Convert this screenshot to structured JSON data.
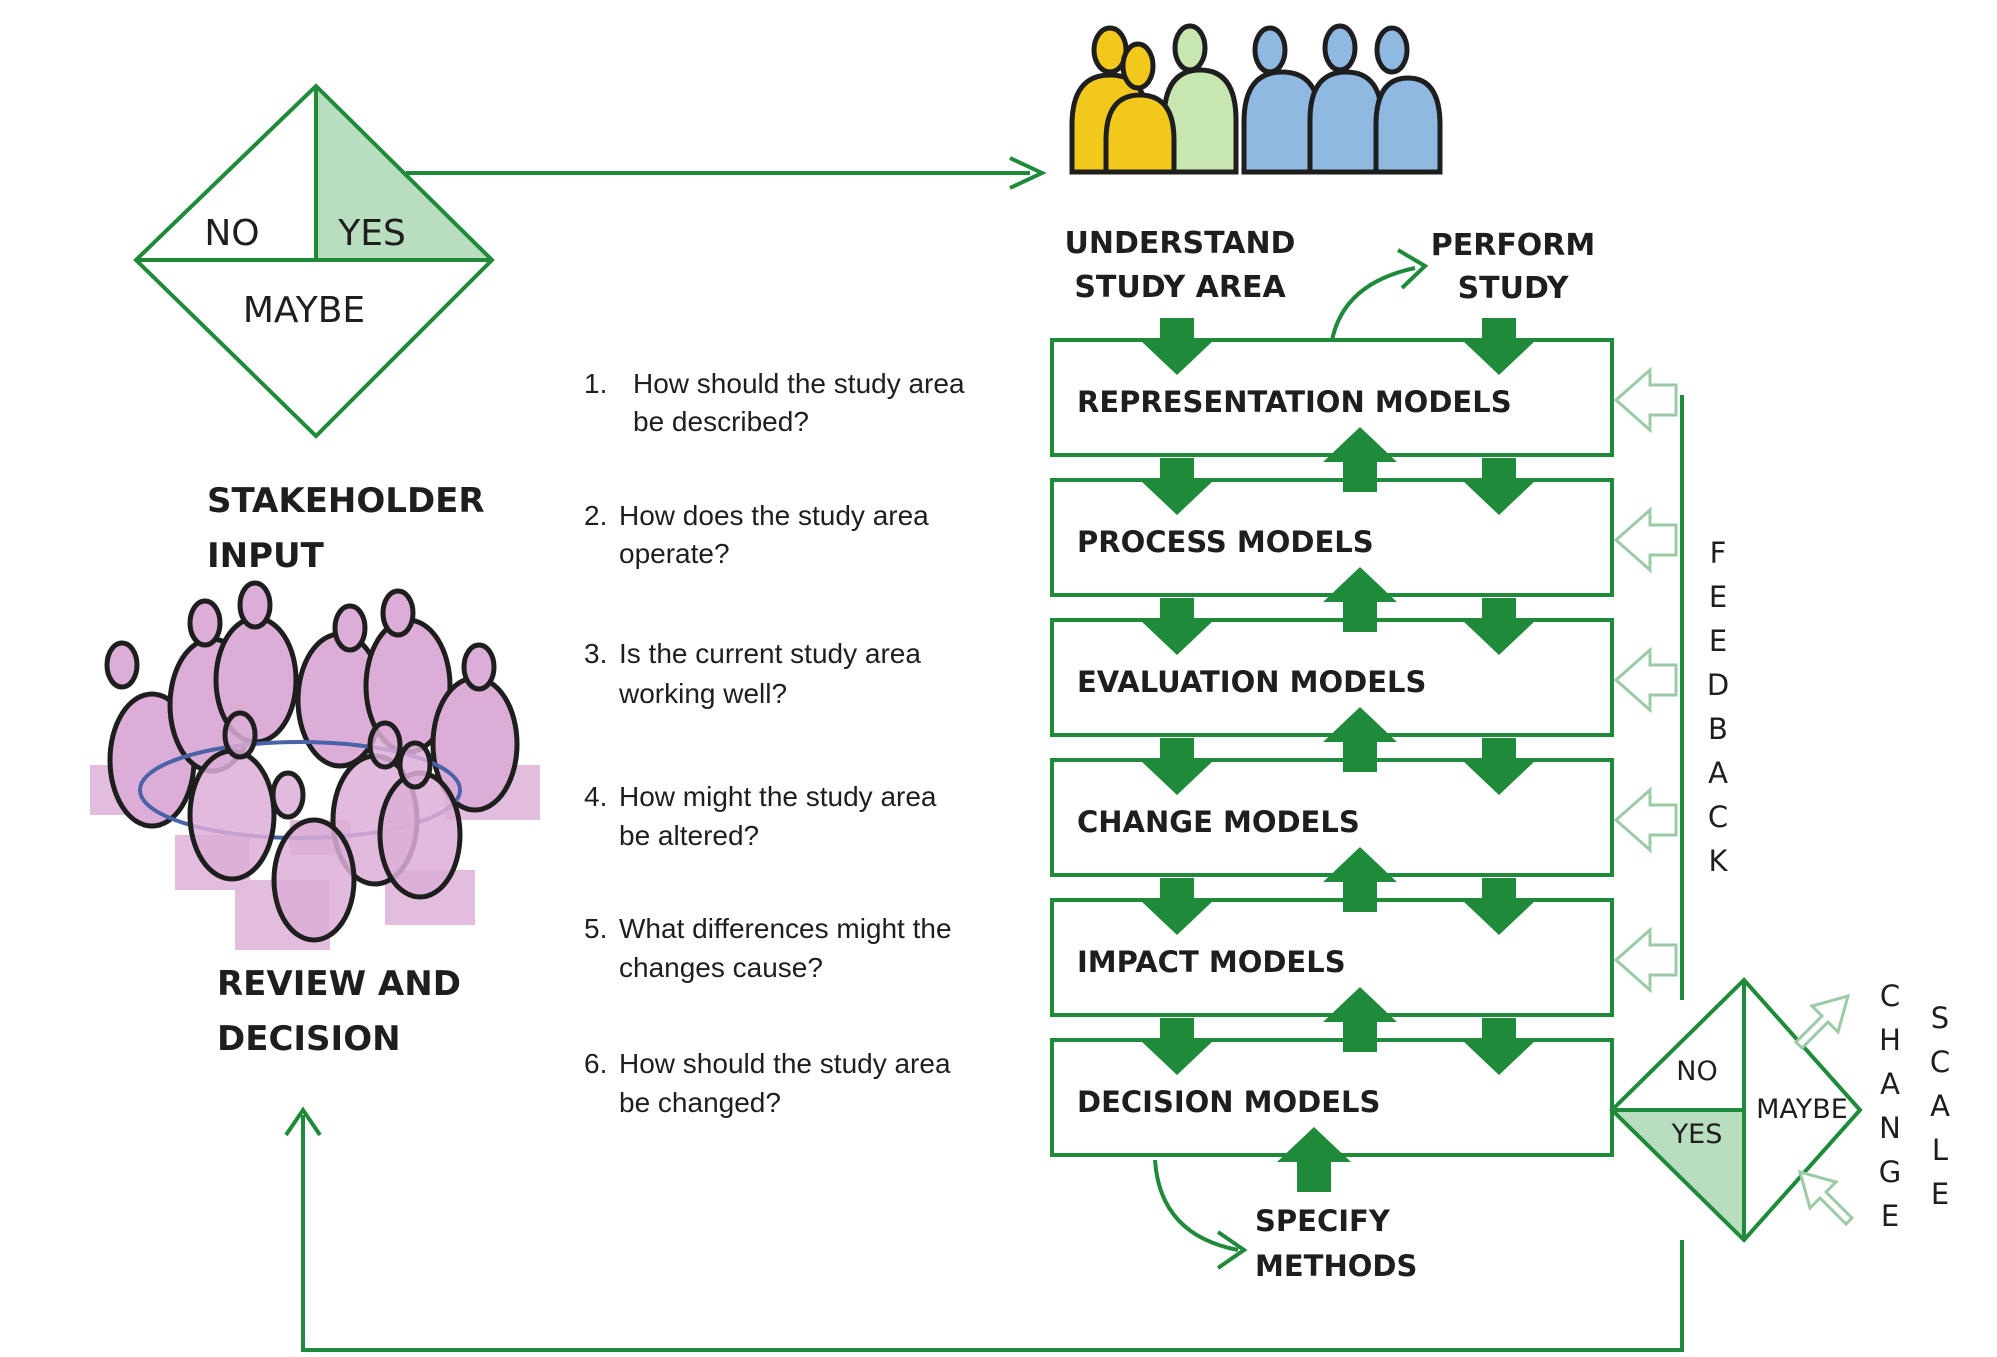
{
  "diagram": {
    "colors": {
      "green": "#1f8a3a",
      "green_light": "#b9ddbf",
      "pink": "#dcaed7",
      "yellow": "#f2c81c",
      "light_green": "#c8e6b0",
      "blue": "#8fb9e0"
    },
    "top_decision": {
      "no": "NO",
      "yes": "YES",
      "maybe": "MAYBE"
    },
    "stakeholder_input": [
      "STAKEHOLDER",
      "INPUT"
    ],
    "review_decision": [
      "REVIEW AND",
      "DECISION"
    ],
    "understand": [
      "UNDERSTAND",
      "STUDY AREA"
    ],
    "perform": [
      "PERFORM",
      "STUDY"
    ],
    "specify": [
      "SPECIFY",
      "METHODS"
    ],
    "questions": [
      {
        "num": "1.",
        "lines": [
          "How should the study area",
          "be described?"
        ]
      },
      {
        "num": "2.",
        "lines": [
          "How does the study area",
          "operate?"
        ]
      },
      {
        "num": "3.",
        "lines": [
          "Is the current study area",
          "working well?"
        ]
      },
      {
        "num": "4.",
        "lines": [
          "How might the study area",
          "be altered?"
        ]
      },
      {
        "num": "5.",
        "lines": [
          "What differences might the",
          "changes cause?"
        ]
      },
      {
        "num": "6.",
        "lines": [
          "How should the study area",
          "be changed?"
        ]
      }
    ],
    "models": [
      "REPRESENTATION  MODELS",
      "PROCESS  MODELS",
      "EVALUATION  MODELS",
      "CHANGE  MODELS",
      "IMPACT  MODELS",
      "DECISION  MODELS"
    ],
    "feedback": "FEEDBACK",
    "change": "CHANGE",
    "scale": "SCALE",
    "bottom_decision": {
      "no": "NO",
      "yes": "YES",
      "maybe": "MAYBE"
    }
  }
}
